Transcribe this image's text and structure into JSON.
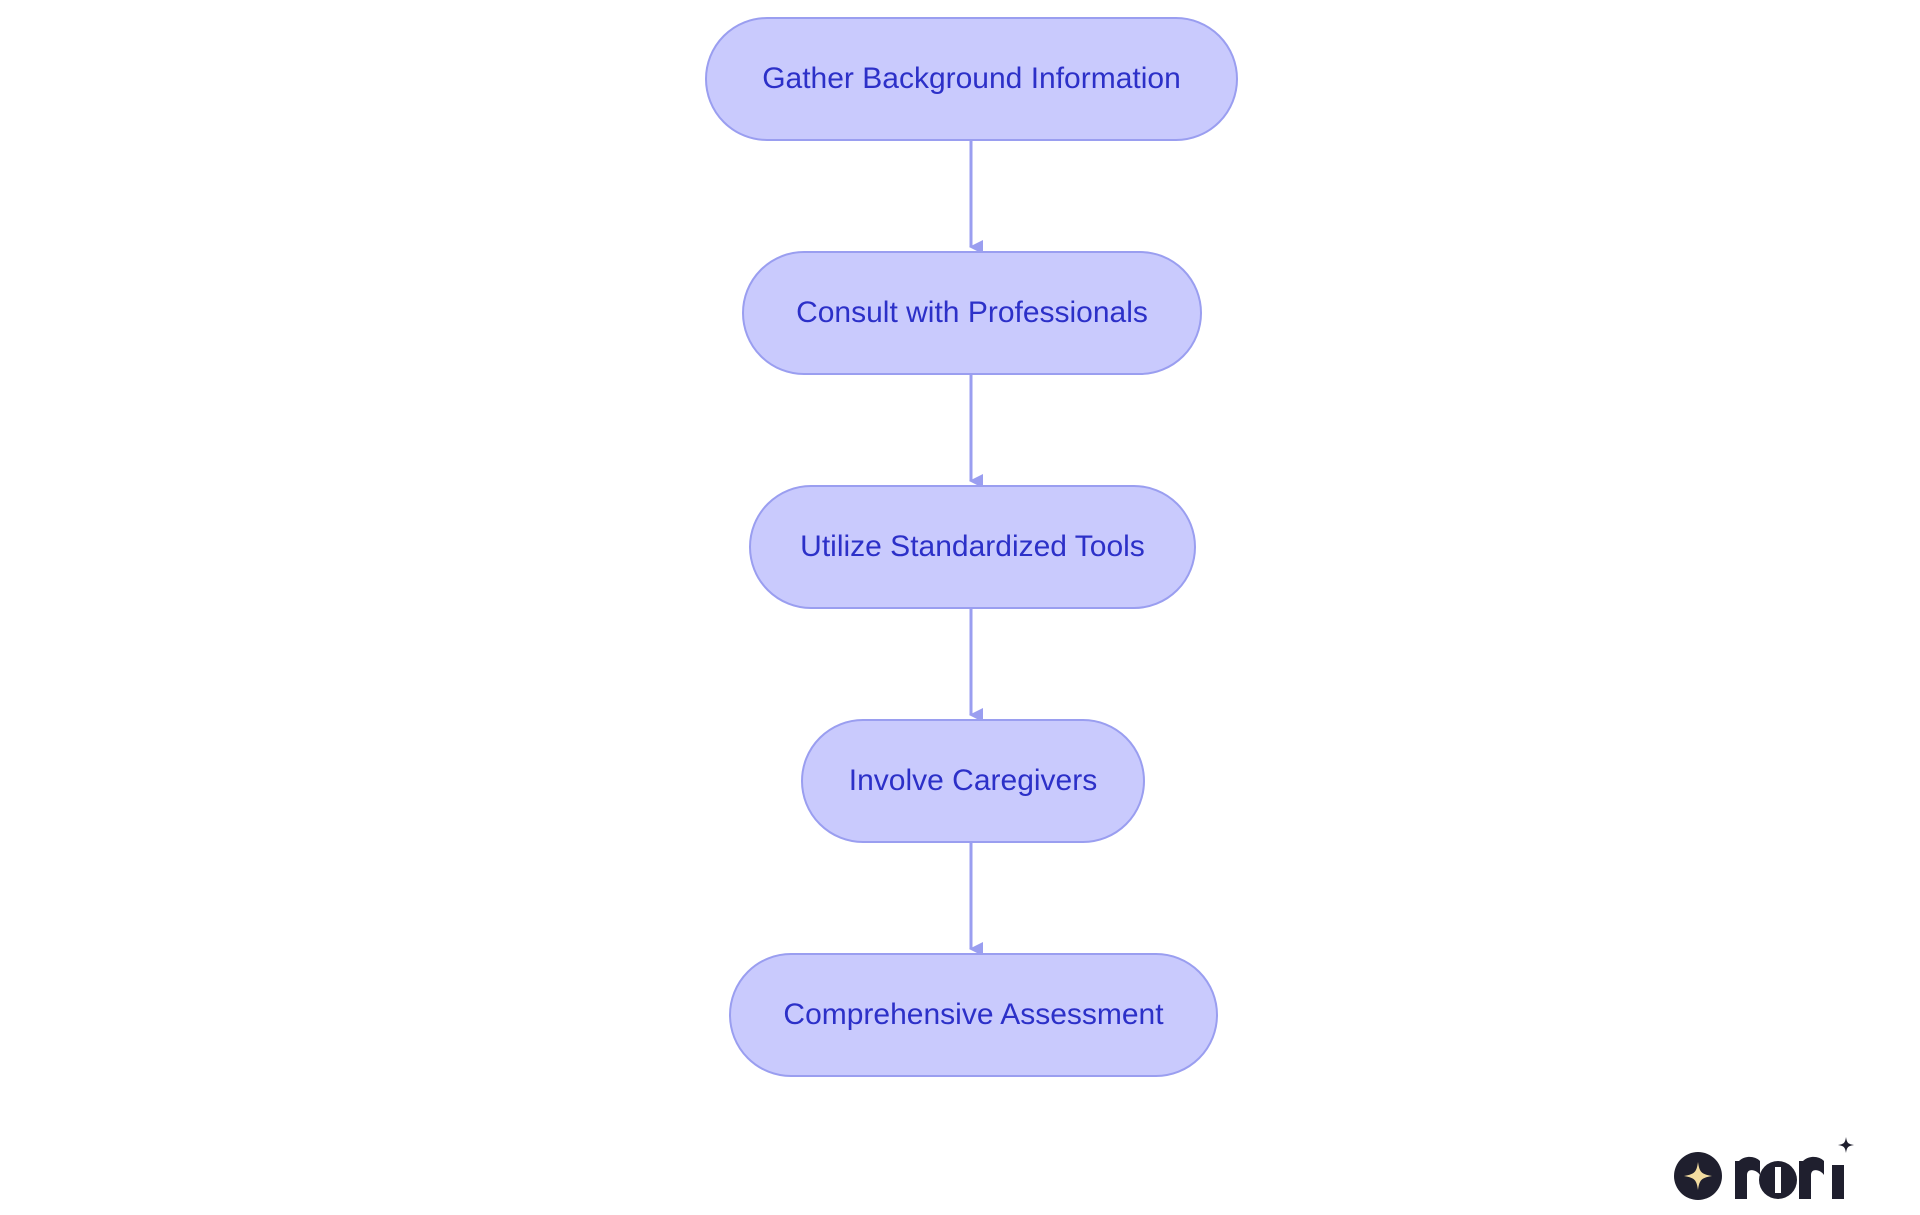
{
  "diagram": {
    "nodes": [
      {
        "id": "n1",
        "label": "Gather Background Information"
      },
      {
        "id": "n2",
        "label": "Consult with Professionals"
      },
      {
        "id": "n3",
        "label": "Utilize Standardized Tools"
      },
      {
        "id": "n4",
        "label": "Involve Caregivers"
      },
      {
        "id": "n5",
        "label": "Comprehensive Assessment"
      }
    ],
    "edges": [
      {
        "from": "n1",
        "to": "n2"
      },
      {
        "from": "n2",
        "to": "n3"
      },
      {
        "from": "n3",
        "to": "n4"
      },
      {
        "from": "n4",
        "to": "n5"
      }
    ]
  },
  "colors": {
    "node_fill": "#c9cafd",
    "node_border": "#9a9ef0",
    "node_text": "#2c30c8",
    "edge": "#9a9ef0",
    "logo_dark": "#1f1f2e",
    "logo_star": "#f3dca0"
  },
  "logo": {
    "text": "rori",
    "icon": "sparkle-icon"
  }
}
